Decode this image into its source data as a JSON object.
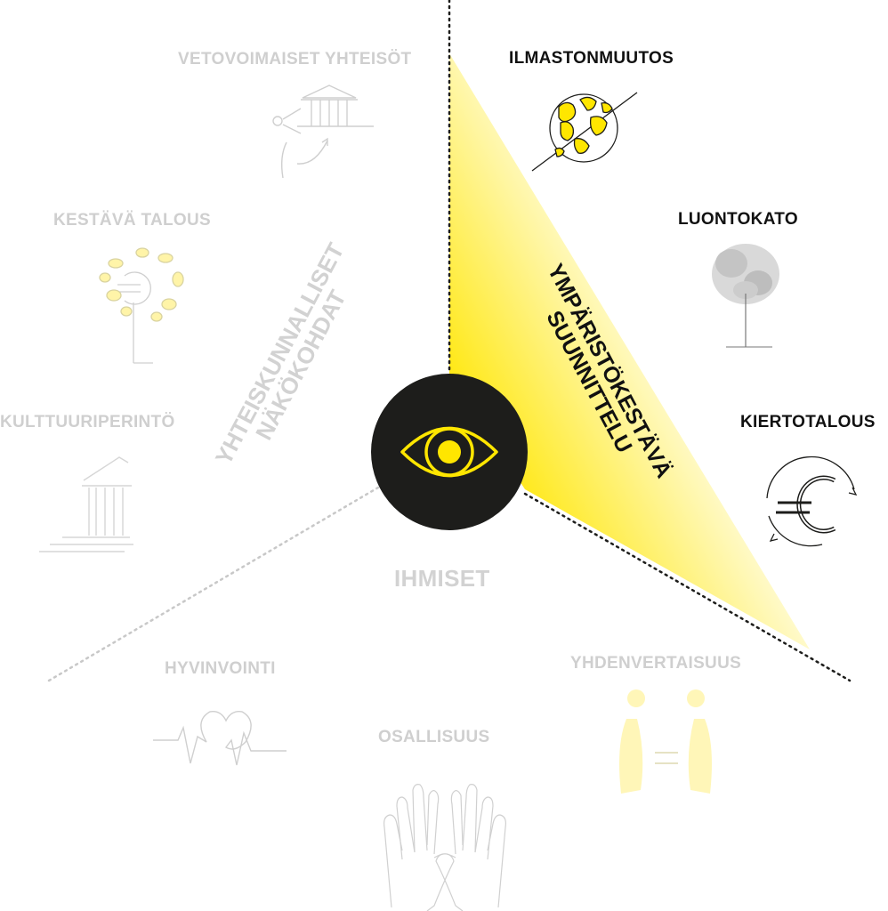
{
  "colors": {
    "accent_yellow": "#ffe600",
    "dark": "#1d1d1b",
    "faint_text": "#cfcfcf",
    "eye_stroke": "#ffe600"
  },
  "center": {
    "icon": "eye-icon"
  },
  "sectors": {
    "environment": {
      "title_line1": "YMPÄRISTÖKESTÄVÄ",
      "title_line2": "SUUNNITTELU",
      "items": [
        {
          "label": "ILMASTONMUUTOS",
          "icon": "globe-icon"
        },
        {
          "label": "LUONTOKATO",
          "icon": "tree-icon"
        },
        {
          "label": "KIERTOTALOUS",
          "icon": "euro-cycle-icon"
        }
      ]
    },
    "society": {
      "title_line1": "YHTEISKUNNALLISET",
      "title_line2": "NÄKÖKOHDAT",
      "items": [
        {
          "label": "VETOVOIMAISET YHTEISÖT",
          "icon": "building-icon"
        },
        {
          "label": "KESTÄVÄ TALOUS",
          "icon": "money-tree-icon"
        },
        {
          "label": "KULTTUURIPERINTÖ",
          "icon": "heritage-icon"
        }
      ]
    },
    "people": {
      "title": "IHMISET",
      "items": [
        {
          "label": "HYVINVOINTI",
          "icon": "heartbeat-icon"
        },
        {
          "label": "OSALLISUUS",
          "icon": "hands-icon"
        },
        {
          "label": "YHDENVERTAISUUS",
          "icon": "equality-icon"
        }
      ]
    }
  }
}
